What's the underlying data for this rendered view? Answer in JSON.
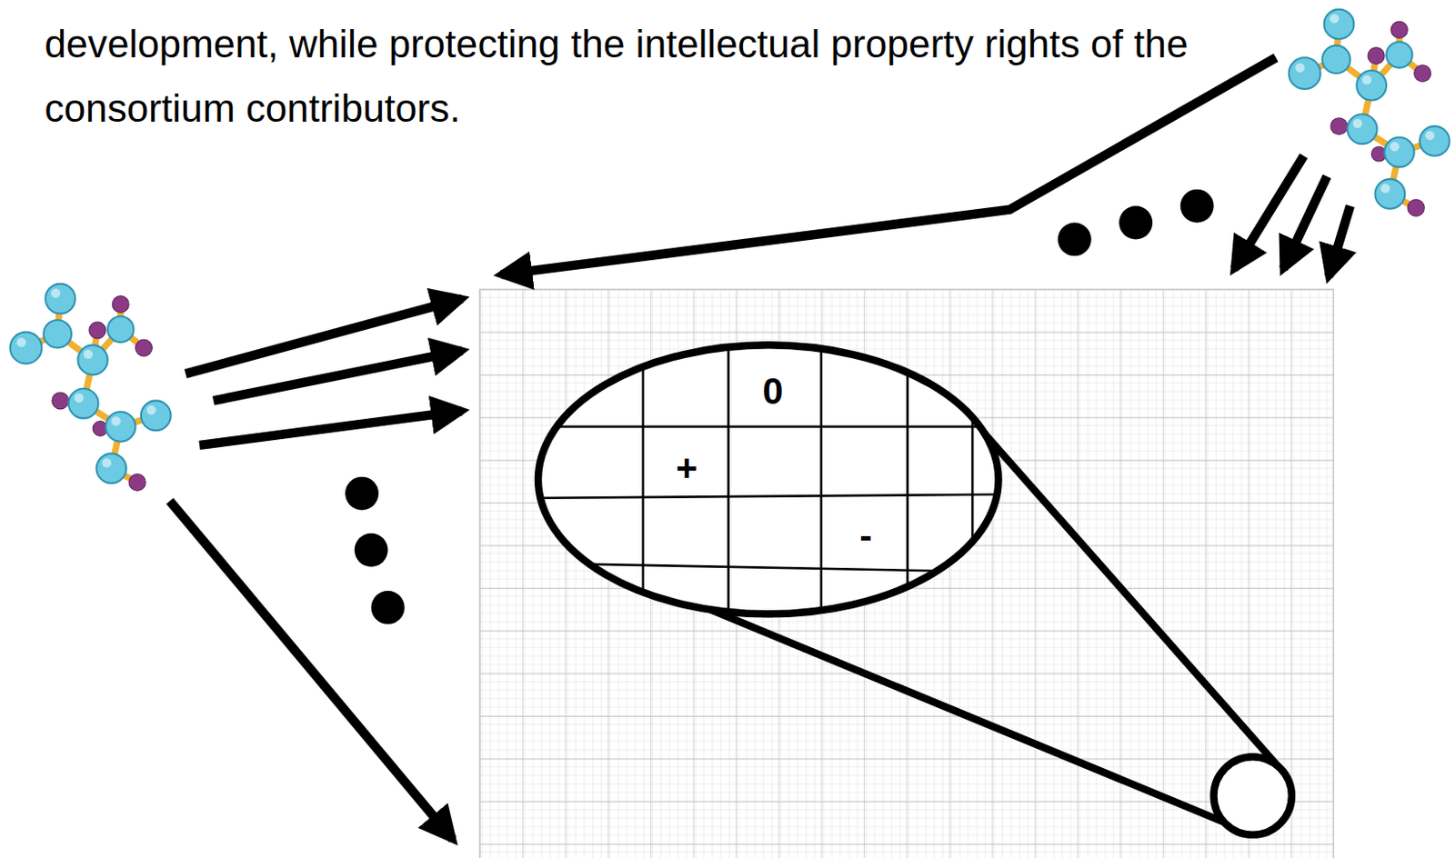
{
  "diagram": {
    "labels": [
      "development, while protecting the intellectual property rights of the consortium contributors.",
      "0",
      "+",
      "-"
    ]
  }
}
